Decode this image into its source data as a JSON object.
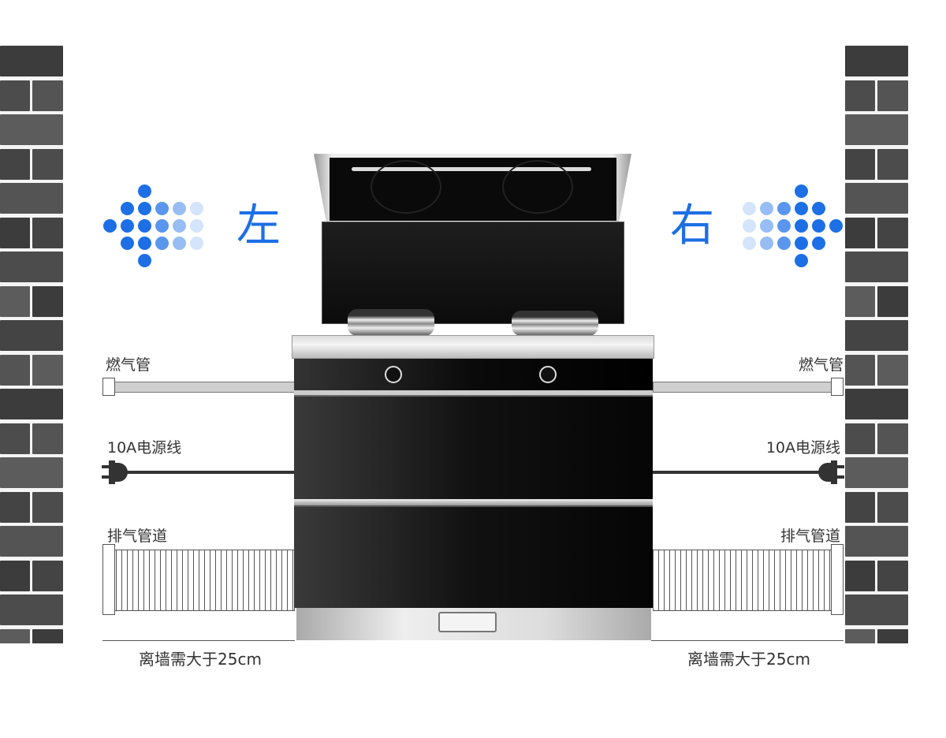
{
  "directions": {
    "left": "左",
    "right": "右"
  },
  "labels": {
    "gas_pipe": "燃气管",
    "power_cord": "10A电源线",
    "exhaust_duct": "排气管道",
    "clearance": "离墙需大于25cm"
  },
  "colors": {
    "accent": "#1d6fe6",
    "brick": "#4d4d4d"
  }
}
